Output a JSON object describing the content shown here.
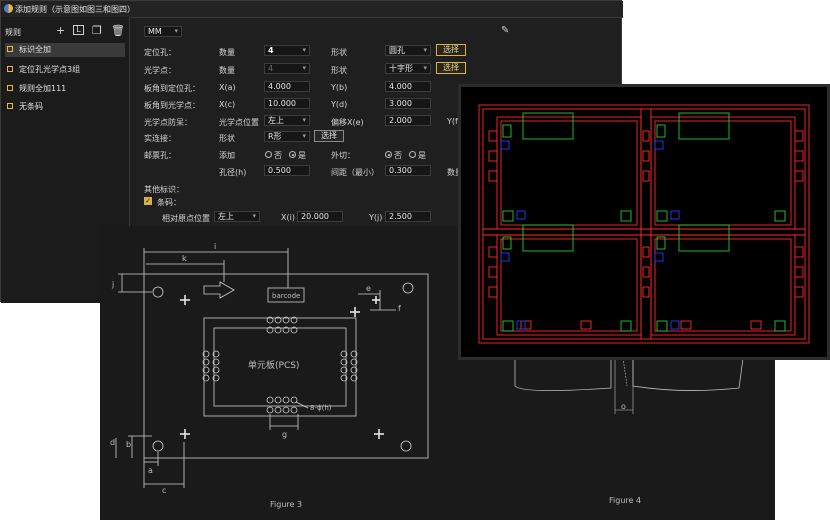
{
  "window": {
    "title": "添加规则（示意图如图三和图四）"
  },
  "sidebar": {
    "header": "规则",
    "icons": [
      "plus-icon",
      "add-rule-icon",
      "copy-icon",
      "delete-icon"
    ],
    "items": [
      {
        "label": "标识全加",
        "selected": true
      },
      {
        "label": "定位孔光学点3组",
        "selected": false
      },
      {
        "label": "规则全加111",
        "selected": false
      },
      {
        "label": "无条码",
        "selected": false
      }
    ]
  },
  "form": {
    "unit": "MM",
    "rows": {
      "locating_hole": {
        "label": "定位孔：",
        "qty_label": "数量",
        "qty": "4",
        "shape_label": "形状",
        "shape": "圆孔",
        "select": "选择"
      },
      "fiducial": {
        "label": "光学点：",
        "qty_label": "数量",
        "qty": "4",
        "shape_label": "形状",
        "shape": "十字形",
        "select": "选择"
      },
      "corner_to_hole": {
        "label": "板角到定位孔：",
        "x_label": "X(a)",
        "x": "4.000",
        "y_label": "Y(b)",
        "y": "4.000"
      },
      "corner_to_fiducial": {
        "label": "板角到光学点：",
        "x_label": "X(c)",
        "x": "10.000",
        "y_label": "Y(d)",
        "y": "3.000"
      },
      "fiducial_fool": {
        "label": "光学点防呆：",
        "pos_label": "光学点位置",
        "pos": "左上",
        "offset_label": "偏移X(e)",
        "offset": "2.000",
        "next_label": "Y(f)"
      },
      "solid_connect": {
        "label": "实连接：",
        "shape_label": "形状",
        "shape": "R形",
        "select": "选择"
      },
      "stamp_hole": {
        "label": "邮票孔：",
        "add_label": "添加",
        "add_no": "否",
        "add_yes": "是",
        "cut_label": "外切：",
        "cut_no": "否",
        "cut_yes": "是",
        "dia_label": "孔径(h)",
        "dia": "0.500",
        "gap_label": "间距（最小）",
        "gap": "0.300",
        "count_label": "数量"
      },
      "other": {
        "label": "其他标识："
      },
      "barcode": {
        "label": "条码：",
        "checked": true,
        "ref_label": "相对原点位置",
        "ref": "左上",
        "x_label": "X(i)",
        "x": "20.000",
        "y_label": "Y(j)",
        "y": "2.500"
      }
    }
  },
  "figure3": {
    "caption": "Figure 3",
    "pcs_label": "单元板(PCS)",
    "barcode": "barcode",
    "hole_note": "8-ϕ(h)",
    "dims": {
      "a": "a",
      "b": "b",
      "c": "c",
      "d": "d",
      "e": "e",
      "f": "f",
      "g": "g",
      "i": "i",
      "j": "j",
      "k": "k"
    }
  },
  "figure4": {
    "caption": "Figure 4",
    "dim": "o"
  },
  "colors": {
    "accent": "#d4b24c",
    "pcb_red": "#ff2a2a",
    "pcb_green": "#22cc33",
    "pcb_blue": "#2a3aff"
  }
}
